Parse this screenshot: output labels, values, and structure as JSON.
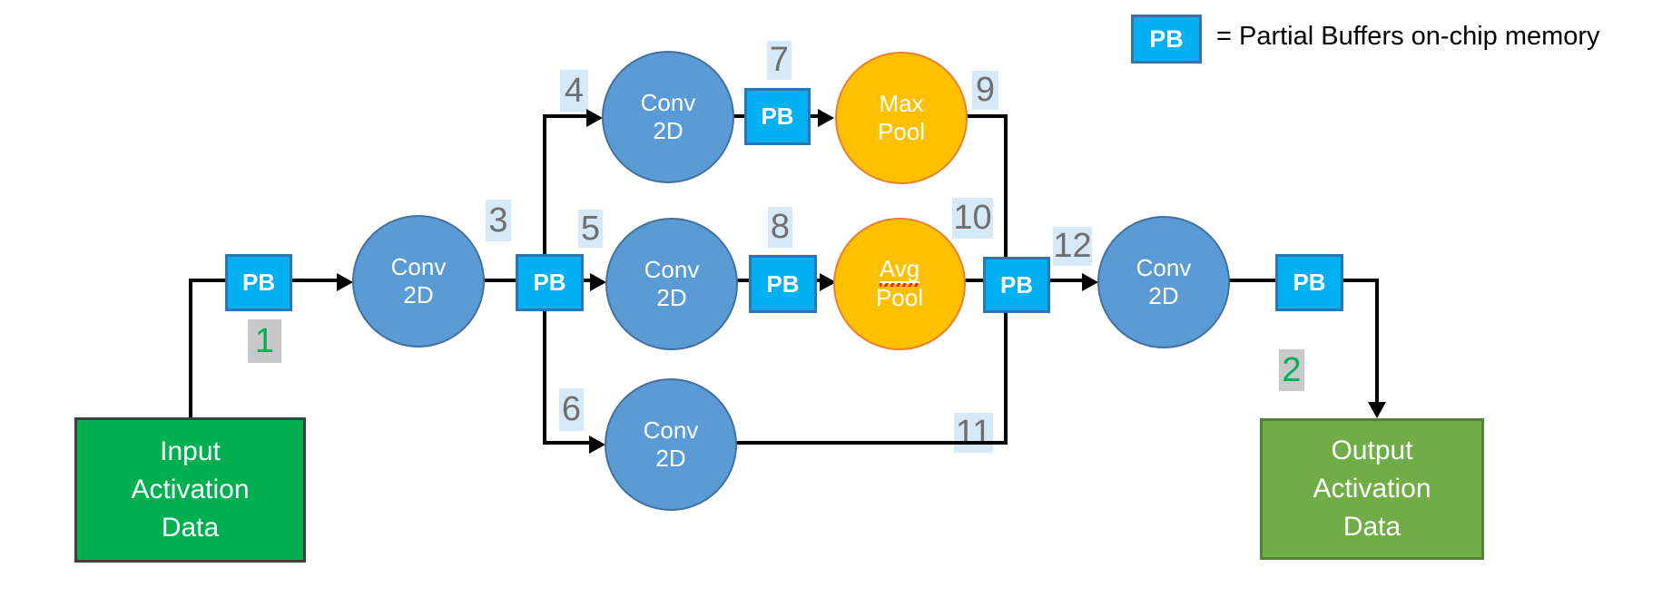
{
  "legend": {
    "pb": "PB",
    "text": "= Partial Buffers on-chip memory"
  },
  "pb_label": "PB",
  "conv": {
    "line1": "Conv",
    "line2": "2D"
  },
  "max_pool": {
    "line1": "Max",
    "line2": "Pool"
  },
  "avg_pool": {
    "line1": "Avg",
    "line2": "Pool"
  },
  "input_box": {
    "line1": "Input",
    "line2": "Activation",
    "line3": "Data"
  },
  "output_box": {
    "line1": "Output",
    "line2": "Activation",
    "line3": "Data"
  },
  "steps": {
    "s1": "1",
    "s2": "2",
    "s3": "3",
    "s4": "4",
    "s5": "5",
    "s6": "6",
    "s7": "7",
    "s8": "8",
    "s9": "9",
    "s10": "10",
    "s11": "11",
    "s12": "12"
  },
  "colors": {
    "pb_fill": "#00B0F0",
    "pb_border": "#2E75B6",
    "conv_fill": "#5B9BD5",
    "conv_border": "#41719C",
    "pool_fill": "#FFC000",
    "pool_border": "#ED7D31",
    "input_fill": "#00B050",
    "input_border": "#3F3F3F",
    "output_fill": "#70AD47",
    "output_border": "#548235",
    "step_badge_bg": "#D6E9F8",
    "step_badge_text": "#6F6F6F",
    "io_badge_bg": "#C8C8C8",
    "io_badge_text": "#00B050",
    "line": "#000000"
  }
}
